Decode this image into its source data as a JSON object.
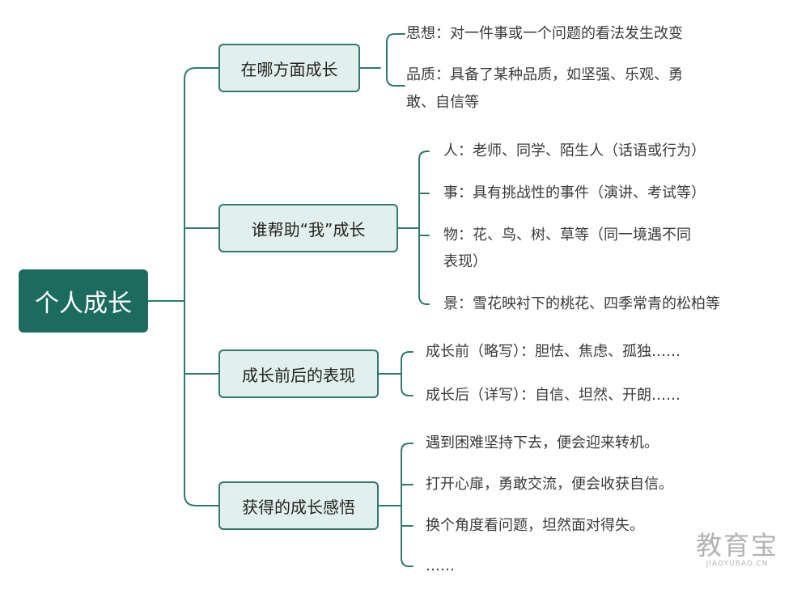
{
  "root": {
    "label": "个人成长"
  },
  "branches": [
    {
      "label": "在哪方面成长",
      "items": [
        "思想：对一件事或一个问题的看法发生改变",
        "品质：具备了某种品质，如坚强、乐观、勇",
        "敢、自信等"
      ]
    },
    {
      "label": "谁帮助“我”成长",
      "items": [
        "人：老师、同学、陌生人（话语或行为）",
        "事：具有挑战性的事件（演讲、考试等）",
        "物：花、鸟、树、草等（同一境遇不同",
        "表现）",
        "景：雪花映衬下的桃花、四季常青的松柏等"
      ]
    },
    {
      "label": "成长前后的表现",
      "items": [
        "成长前（略写）：胆怯、焦虑、孤独……",
        "成长后（详写）：自信、坦然、开朗……"
      ]
    },
    {
      "label": "获得的成长感悟",
      "items": [
        "遇到困难坚持下去，便会迎来转机。",
        "打开心扉，勇敢交流，便会收获自信。",
        "换个角度看问题，坦然面对得失。",
        "……"
      ]
    }
  ],
  "watermark": {
    "main": "教育宝",
    "sub": "JIAOYUBAO.CN"
  },
  "colors": {
    "root": "#1c6b5f",
    "branch_fill": "#e2f0ed",
    "branch_border": "#2f7a6d",
    "line": "#2f7a6d"
  }
}
